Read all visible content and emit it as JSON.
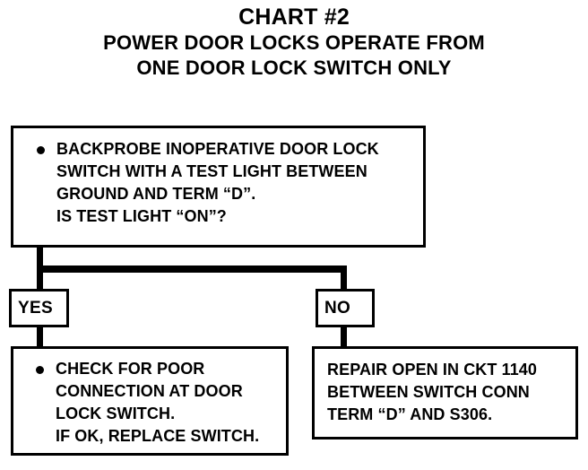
{
  "title": {
    "line1": "CHART #2",
    "line2": "POWER DOOR LOCKS OPERATE FROM",
    "line3": "ONE DOOR LOCK SWITCH ONLY"
  },
  "colors": {
    "ink": "#000000",
    "paper": "#ffffff"
  },
  "flowchart": {
    "type": "decision-flowchart",
    "question_box": {
      "bullet": true,
      "lines": [
        "BACKPROBE INOPERATIVE DOOR LOCK",
        "SWITCH WITH A TEST LIGHT BETWEEN",
        "GROUND AND TERM “D”.",
        "IS TEST LIGHT “ON”?"
      ]
    },
    "branches": [
      {
        "tag": "YES",
        "result_box": {
          "bullet": true,
          "lines": [
            "CHECK FOR POOR",
            "CONNECTION AT DOOR",
            "LOCK SWITCH.",
            "IF OK, REPLACE SWITCH."
          ]
        }
      },
      {
        "tag": "NO",
        "result_box": {
          "bullet": false,
          "lines": [
            "REPAIR OPEN IN CKT 1140",
            "BETWEEN SWITCH CONN",
            "TERM “D” AND S306."
          ]
        }
      }
    ]
  }
}
